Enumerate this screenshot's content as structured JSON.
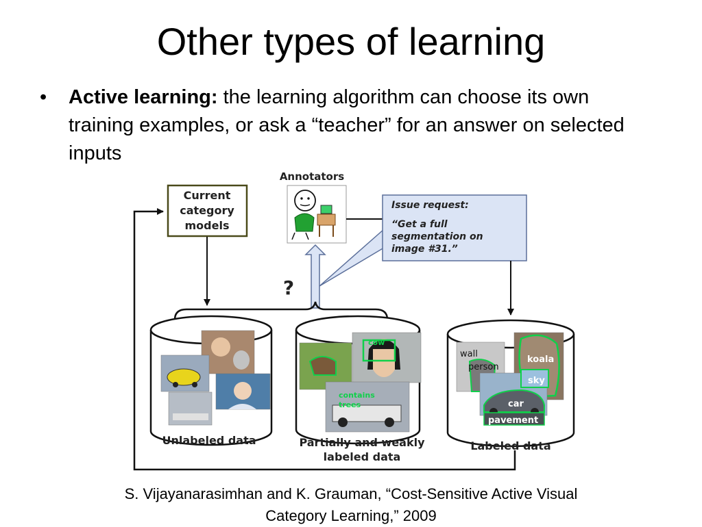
{
  "slide": {
    "title": "Other types of learning",
    "bullet": {
      "marker": "•",
      "term": "Active learning:",
      "text": " the learning algorithm can choose its own training examples, or ask a “teacher” for an answer on selected inputs"
    },
    "citation": {
      "line1": "S. Vijayanarasimhan and K. Grauman, “Cost-Sensitive Active Visual",
      "line2": "Category Learning,” 2009"
    }
  },
  "diagram": {
    "annotators_label": "Annotators",
    "models_box": [
      "Current",
      "category",
      "models"
    ],
    "request_box": {
      "heading": "Issue request:",
      "body": [
        "“Get a full",
        "segmentation on",
        "image #31.”"
      ]
    },
    "question_mark": "?",
    "databases": {
      "unlabeled": [
        "Unlabeled data"
      ],
      "partial": [
        "Partially and weakly",
        "labeled data"
      ],
      "labeled": [
        "Labeled data"
      ]
    },
    "image_annotations": {
      "cow": "cow",
      "contains_trees": [
        "contains",
        "trees"
      ]
    },
    "segment_labels": {
      "wall": "wall",
      "person": "person",
      "koala": "koala",
      "sky": "sky",
      "car": "car",
      "pavement": "pavement"
    },
    "colors": {
      "model_box_border": "#4a4a1a",
      "request_fill": "#dbe4f5",
      "request_border": "#5b6f9a",
      "up_arrow_fill": "#dbe4f5",
      "annotation_green": "#10d04a",
      "line": "#111111"
    }
  }
}
